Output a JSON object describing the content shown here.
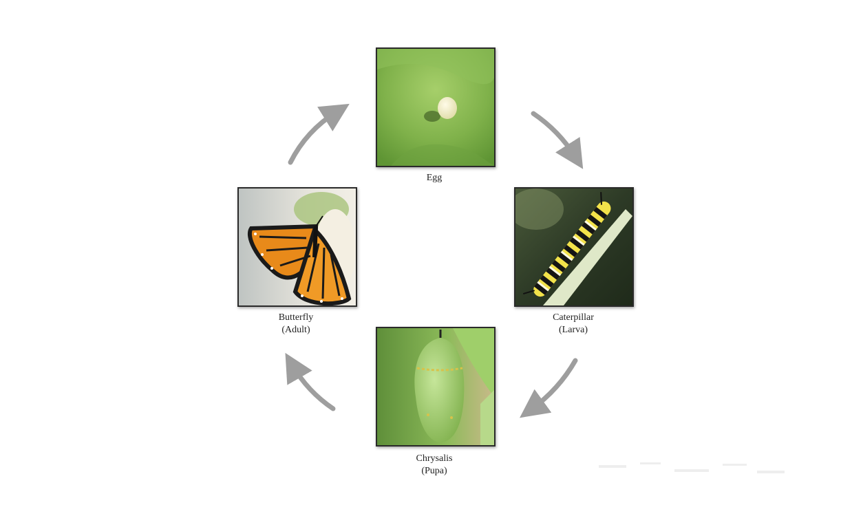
{
  "stages": {
    "egg": {
      "label": "Egg"
    },
    "caterpillar": {
      "label": "Caterpillar",
      "sublabel": "(Larva)"
    },
    "chrysalis": {
      "label": "Chrysalis",
      "sublabel": "(Pupa)"
    },
    "butterfly": {
      "label": "Butterfly",
      "sublabel": "(Adult)"
    }
  },
  "colors": {
    "arrow": "#9e9e9e",
    "frame": "#2a2a2a",
    "caption_text": "#222222"
  },
  "icons": {
    "cycle_arrow": "curved-arrow-icon"
  }
}
